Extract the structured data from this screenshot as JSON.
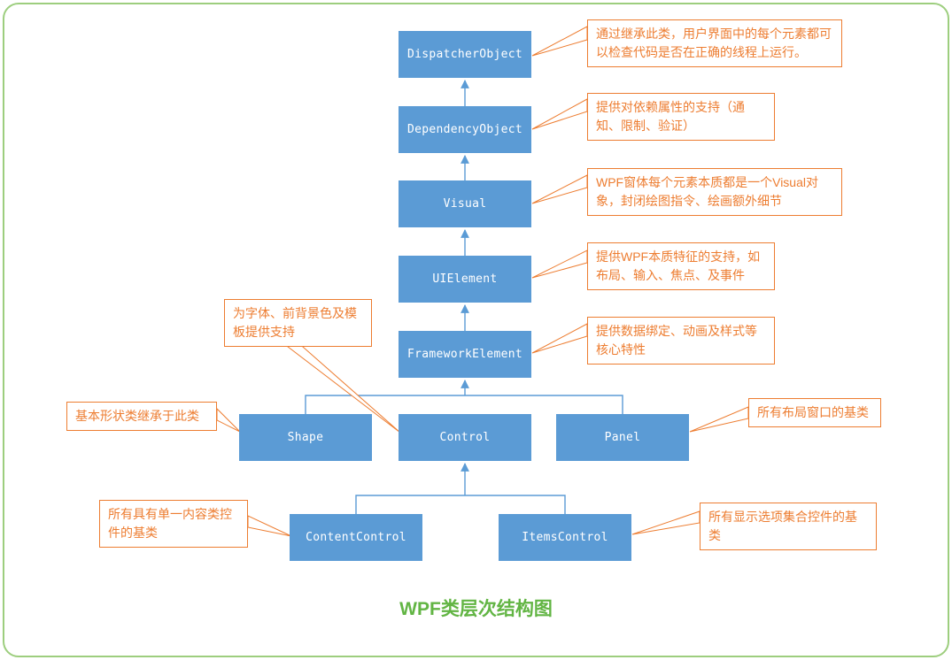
{
  "diagram": {
    "title": "WPF类层次结构图",
    "colors": {
      "node_fill": "#5b9bd5",
      "node_text": "#ffffff",
      "annotation_border": "#ed7d31",
      "annotation_text": "#ed7d31",
      "connector": "#5b9bd5",
      "leader": "#ed7d31",
      "title_color": "#62b544",
      "page_border": "#9dce7e"
    },
    "nodes": {
      "dispatcher_object": "DispatcherObject",
      "dependency_object": "DependencyObject",
      "visual": "Visual",
      "ui_element": "UIElement",
      "framework_element": "FrameworkElement",
      "shape": "Shape",
      "control": "Control",
      "panel": "Panel",
      "content_control": "ContentControl",
      "items_control": "ItemsControl"
    },
    "annotations": {
      "dispatcher_object": "通过继承此类，用户界面中的每个元素都可以检查代码是否在正确的线程上运行。",
      "dependency_object": "提供对依赖属性的支持（通知、限制、验证）",
      "visual": "WPF窗体每个元素本质都是一个Visual对象，封闭绘图指令、绘画额外细节",
      "ui_element": "提供WPF本质特征的支持，如布局、输入、焦点、及事件",
      "framework_element": "提供数据绑定、动画及样式等核心特性",
      "control": "为字体、前背景色及模板提供支持",
      "shape": "基本形状类继承于此类",
      "panel": "所有布局窗口的基类",
      "content_control": "所有具有单一内容类控件的基类",
      "items_control": "所有显示选项集合控件的基类"
    }
  }
}
